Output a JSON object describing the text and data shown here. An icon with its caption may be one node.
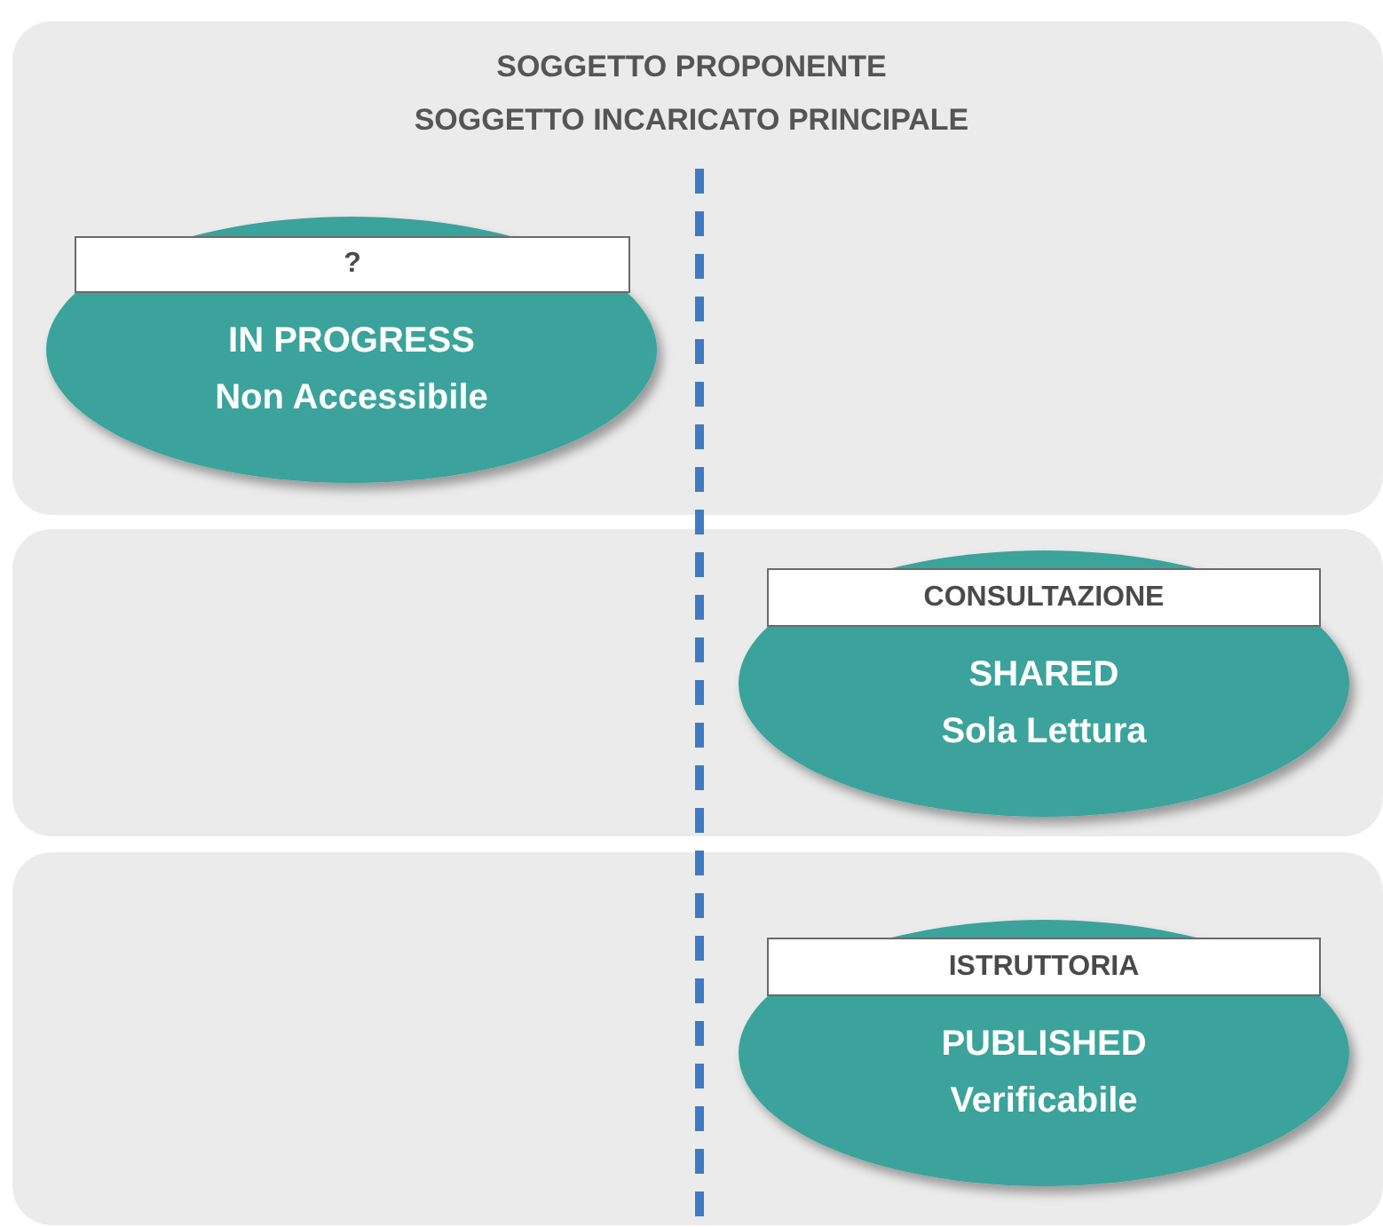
{
  "diagram": {
    "nodes": [
      {
        "text": [
          "?"
        ],
        "in": 1
      },
      {
        "text": [
          "IN PROGRESS",
          "Non Accessibile"
        ]
      },
      {
        "text": [
          "CONSULTAZIONE"
        ],
        "in": 3
      },
      {
        "text": [
          "SHARED",
          "Sola Lettura"
        ]
      },
      {
        "text": [
          "ISTRUTTORIA"
        ],
        "in": 5
      },
      {
        "text": [
          "PUBLISHED",
          "Verificabile"
        ]
      }
    ],
    "labels": [
      "SOGGETTO PROPONENTE",
      "SOGGETTO INCARICATO PRINCIPALE"
    ]
  }
}
